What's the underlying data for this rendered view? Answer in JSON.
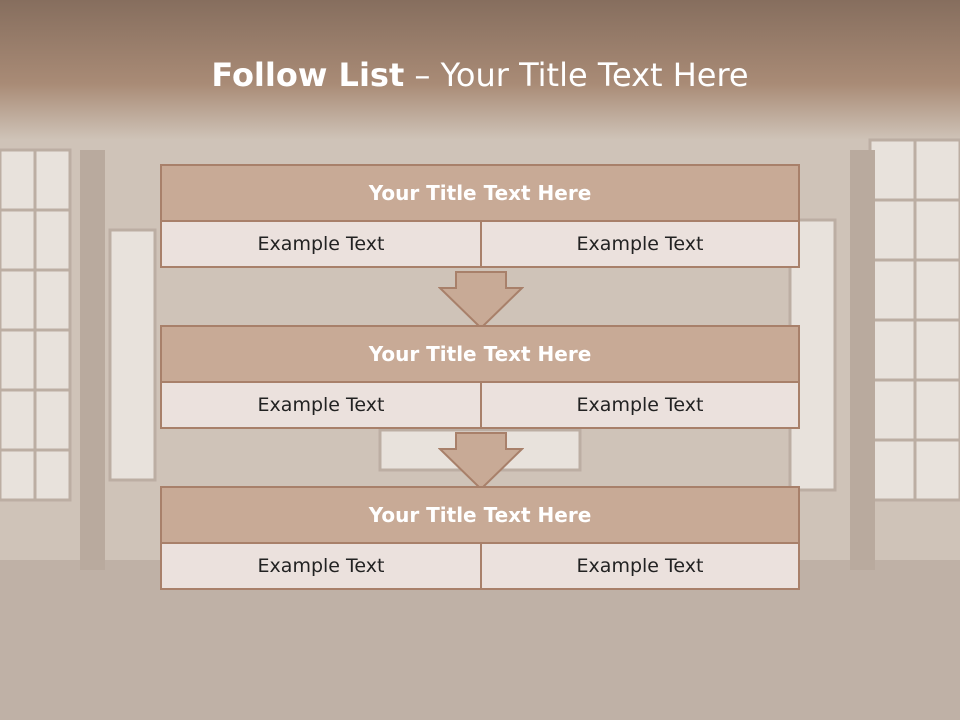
{
  "slide": {
    "title_bold": "Follow List",
    "title_rest": "– Your Title Text Here"
  },
  "blocks": [
    {
      "heading": "Your Title Text Here",
      "left": "Example Text",
      "right": "Example Text"
    },
    {
      "heading": "Your Title Text Here",
      "left": "Example Text",
      "right": "Example Text"
    },
    {
      "heading": "Your Title Text Here",
      "left": "Example Text",
      "right": "Example Text"
    }
  ],
  "colors": {
    "header": "#a98b76",
    "block_heading": "#c8aa96",
    "block_cell": "#ebe1dd",
    "border": "#a8806a",
    "arrow": "#c8aa96"
  }
}
